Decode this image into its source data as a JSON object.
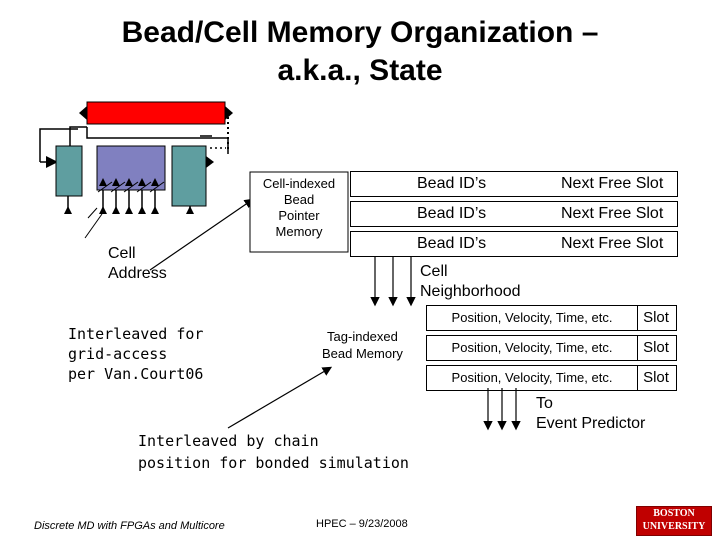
{
  "title": {
    "line1": "Bead/Cell Memory Organization –",
    "line2": "a.k.a., State"
  },
  "labels": {
    "cell_address": [
      "Cell",
      "Address"
    ],
    "interleaved_grid": [
      "Interleaved for",
      "grid-access",
      "per Van.Court06"
    ],
    "cell_indexed": [
      "Cell-indexed",
      "Bead",
      "Pointer",
      "Memory"
    ],
    "cell_neighborhood": [
      "Cell",
      "Neighborhood"
    ],
    "tag_indexed": [
      "Tag-indexed",
      "Bead Memory"
    ],
    "to_event_predictor": [
      "To",
      "Event Predictor"
    ],
    "interleaved_chain": [
      "Interleaved by chain",
      "position for bonded simulation"
    ]
  },
  "pointer_memory": {
    "rows": [
      {
        "bead": "Bead ID’s",
        "slot": "Next Free Slot"
      },
      {
        "bead": "Bead ID’s",
        "slot": "Next Free Slot"
      },
      {
        "bead": "Bead ID’s",
        "slot": "Next Free Slot"
      }
    ]
  },
  "bead_memory": {
    "rows": [
      {
        "fields": "Position, Velocity, Time, etc.",
        "slot": "Slot"
      },
      {
        "fields": "Position, Velocity, Time, etc.",
        "slot": "Slot"
      },
      {
        "fields": "Position, Velocity, Time, etc.",
        "slot": "Slot"
      }
    ]
  },
  "footer": {
    "left": "Discrete MD with FPGAs and Multicore",
    "center": "HPEC – 9/23/2008",
    "logo": [
      "BOSTON",
      "UNIVERSITY"
    ]
  },
  "colors": {
    "red_block": "#ff0000",
    "teal_block": "#5f9ea0",
    "purple_block": "#8080c0",
    "logo_red": "#c00000"
  }
}
